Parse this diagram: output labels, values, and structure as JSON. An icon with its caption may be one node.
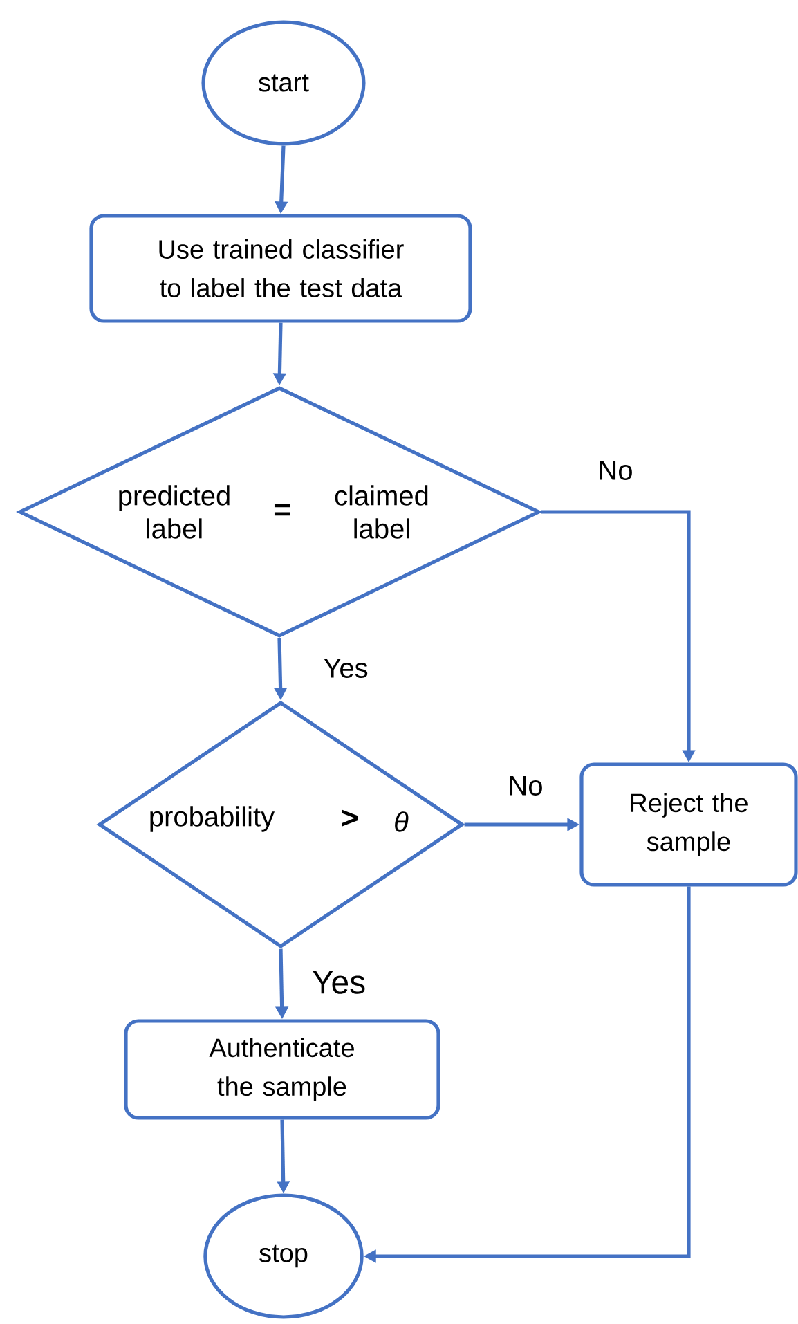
{
  "diagram": {
    "nodes": [
      {
        "text": [
          "start"
        ]
      },
      {
        "text": [
          "Use trained classifier to label the test data"
        ]
      },
      {
        "text": [
          "predicted label",
          "=",
          "claimed label"
        ]
      },
      {
        "text": [
          "probability",
          ">",
          "θ"
        ]
      },
      {
        "text": [
          "Reject the sample"
        ]
      },
      {
        "text": [
          "Authenticate the sample"
        ]
      },
      {
        "text": [
          "stop"
        ]
      }
    ],
    "edges": [
      {
        "from": 0,
        "to": 1,
        "arrow": "to"
      },
      {
        "from": 1,
        "to": 2,
        "arrow": "to"
      },
      {
        "from": 2,
        "to": 3,
        "arrow": "to",
        "label": "Yes"
      },
      {
        "from": 2,
        "to": 4,
        "arrow": "to",
        "label": "No"
      },
      {
        "from": 3,
        "to": 4,
        "arrow": "to",
        "label": "No"
      },
      {
        "from": 3,
        "to": 5,
        "arrow": "to",
        "label": "Yes"
      },
      {
        "from": 5,
        "to": 6,
        "arrow": "to"
      },
      {
        "from": 4,
        "to": 6,
        "arrow": "to"
      }
    ]
  }
}
